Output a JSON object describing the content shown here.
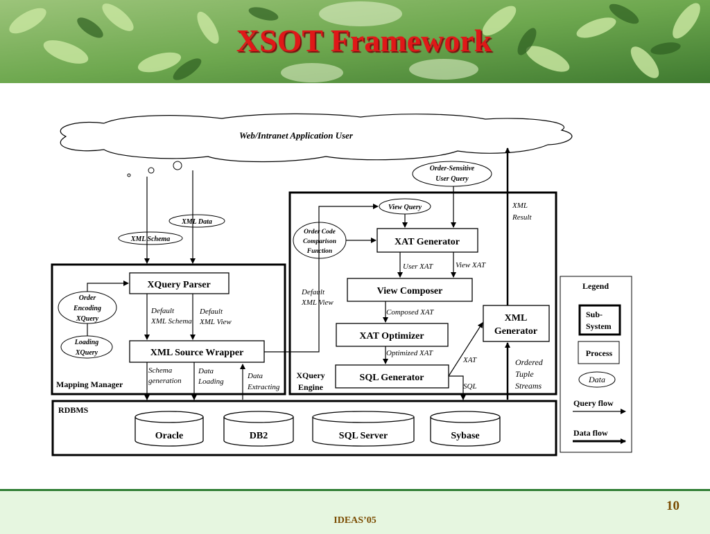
{
  "slide": {
    "title": "XSOT  Framework",
    "page_number": "10",
    "footer": "IDEAS’05"
  },
  "diagram": {
    "user": "Web/Intranet Application User",
    "data_items": {
      "xml_data": "XML Data",
      "xml_schema": "XML Schema",
      "order_encoding": [
        "Order",
        "Encoding",
        "XQuery"
      ],
      "loading": [
        "Loading",
        "XQuery"
      ],
      "order_sensitive": [
        "Order-Sensitive",
        "User Query"
      ],
      "view_query": "View Query",
      "order_code": [
        "Order Code",
        "Comparison",
        "Function"
      ]
    },
    "processes": {
      "xquery_parser": "XQuery Parser",
      "xml_source_wrapper": "XML Source Wrapper",
      "xat_generator": "XAT  Generator",
      "view_composer": "View Composer",
      "xat_optimizer": "XAT Optimizer",
      "sql_generator": "SQL  Generator",
      "xml_generator": [
        "XML",
        "Generator"
      ]
    },
    "subsystems": {
      "mapping_manager": "Mapping Manager",
      "xquery_engine": [
        "XQuery",
        "Engine"
      ],
      "rdbms": "RDBMS"
    },
    "databases": [
      "Oracle",
      "DB2",
      "SQL Server",
      "Sybase"
    ],
    "edge_labels": {
      "default_xml_schema": [
        "Default",
        "XML Schema"
      ],
      "default_xml_view_left": [
        "Default",
        "XML View"
      ],
      "default_xml_view_mid": [
        "Default",
        "XML View"
      ],
      "schema_generation": [
        "Schema",
        "generation"
      ],
      "data_loading": [
        "Data",
        "Loading"
      ],
      "data_extracting": [
        "Data",
        "Extracting"
      ],
      "user_xat": "User XAT",
      "view_xat": "View XAT",
      "composed_xat": "Composed XAT",
      "optimized_xat": "Optimized XAT",
      "xat": "XAT",
      "sql": "SQL",
      "xml_result": [
        "XML",
        "Result"
      ],
      "ordered_tuple_streams": [
        "Ordered",
        "Tuple",
        "Streams"
      ]
    },
    "legend": {
      "title": "Legend",
      "subsystem": [
        "Sub-",
        "System"
      ],
      "process": "Process",
      "data": "Data",
      "query_flow": "Query flow",
      "data_flow": "Data flow"
    }
  },
  "colors": {
    "title": "#e01818",
    "footer_text": "#7a4b00",
    "footer_bg": "#e6f6e0",
    "footer_rule": "#2e7d32",
    "banner_green": "#4f8f3a"
  }
}
